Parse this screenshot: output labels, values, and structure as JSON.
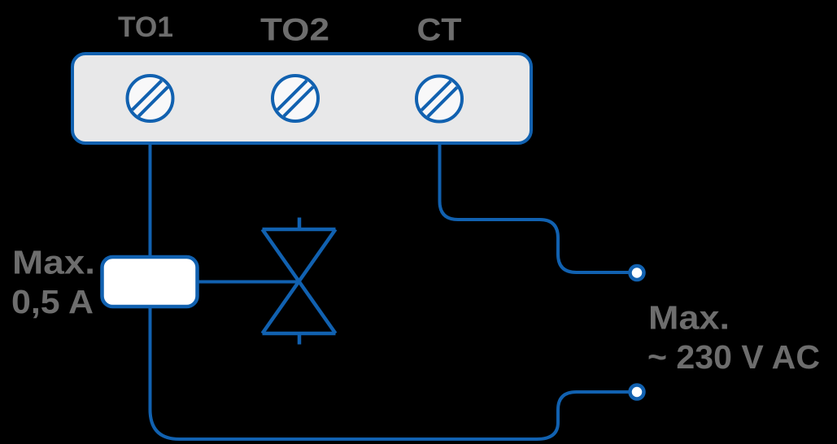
{
  "diagram": {
    "terminal_labels": [
      {
        "label": "TO1"
      },
      {
        "label": "TO2"
      },
      {
        "label": "CT"
      }
    ],
    "fuse_rating": {
      "line1": "Max.",
      "line2": "0,5 A"
    },
    "supply_rating": {
      "line1": "Max.",
      "line2": "~ 230 V AC"
    },
    "colors": {
      "wire_blue": "#1161b0",
      "label_gray": "#6d6d6d",
      "terminal_block_fill": "#e8e8e9",
      "screw_fill": "#f8f8f9",
      "fuse_fill": "#ffffff",
      "background": "#000000"
    }
  }
}
